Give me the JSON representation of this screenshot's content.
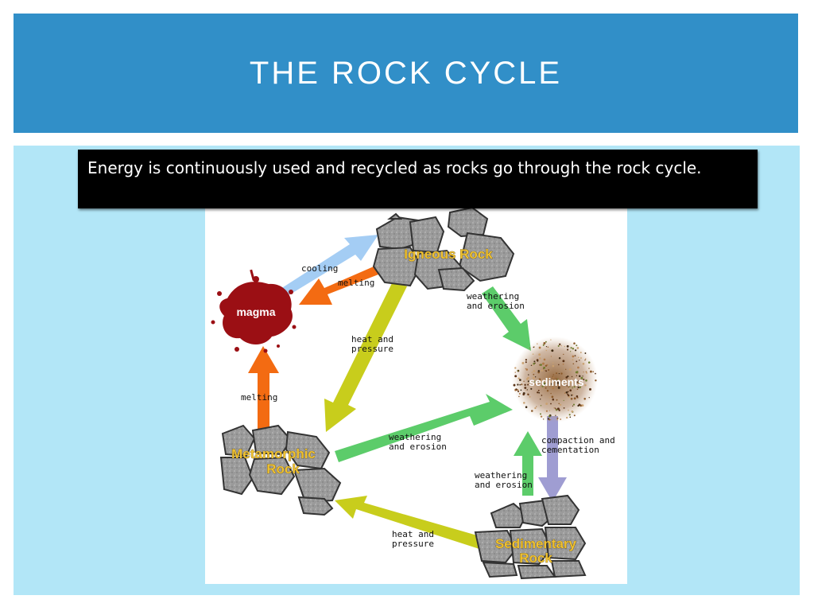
{
  "slide": {
    "title": "The Rock Cycle",
    "subtitle": "Energy is continuously used and recycled as rocks go through the rock cycle."
  },
  "diagram": {
    "nodes": {
      "igneous": "Igneous Rock",
      "magma": "magma",
      "sediments": "sediments",
      "metamorphic_line1": "Metamorphic",
      "metamorphic_line2": "Rock",
      "sedimentary_line1": "Sedimentary",
      "sedimentary_line2": "Rock"
    },
    "labels": {
      "cooling": "cooling",
      "melting_top": "melting",
      "weathering_top_1": "weathering",
      "weathering_top_2": "and erosion",
      "heat_top_1": "heat and",
      "heat_top_2": "pressure",
      "melting_left": "melting",
      "weathering_mid_1": "weathering",
      "weathering_mid_2": "and erosion",
      "compaction_1": "compaction and",
      "compaction_2": "cementation",
      "weathering_bottom_1": "weathering",
      "weathering_bottom_2": "and erosion",
      "heat_bottom_1": "heat and",
      "heat_bottom_2": "pressure"
    },
    "colors": {
      "cooling_arrow": "#a4cdf4",
      "melting_arrow": "#f36b12",
      "weathering_arrow": "#5ccc6a",
      "heat_pressure_arrow": "#c8cd1c",
      "compaction_arrow": "#9f9dd2",
      "rock_label": "#f0c231",
      "magma": "#9b0f14"
    }
  }
}
